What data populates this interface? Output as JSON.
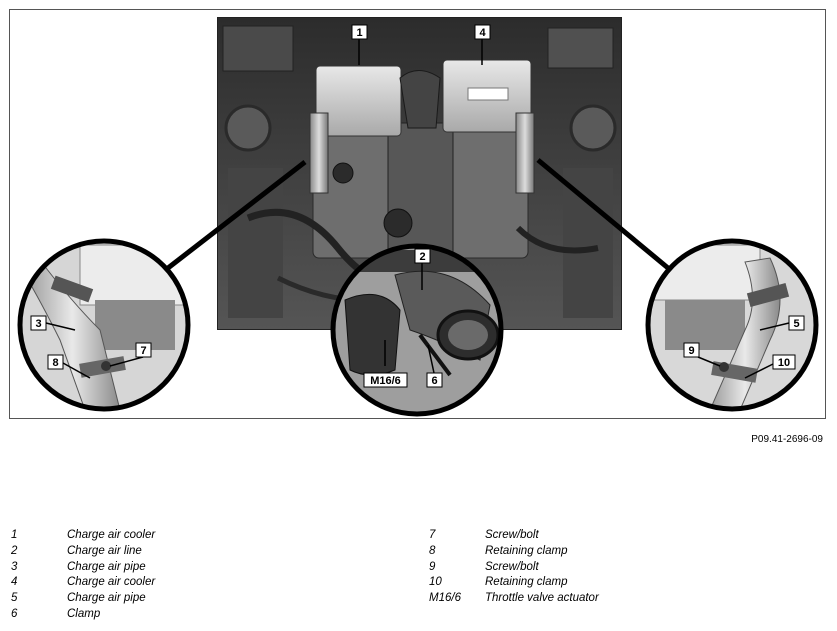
{
  "figure_code": "P09.41-2696-09",
  "callouts": {
    "main_charge_air_cooler_left": "1",
    "main_charge_air_cooler_right": "4",
    "center_charge_air_line": "2",
    "center_throttle_actuator": "M16/6",
    "center_clamp": "6",
    "left_charge_air_pipe": "3",
    "left_screw_bolt": "7",
    "left_retaining_clamp": "8",
    "right_charge_air_pipe": "5",
    "right_screw_bolt": "9",
    "right_retaining_clamp": "10"
  },
  "legend_left": [
    {
      "num": "1",
      "text": "Charge air cooler"
    },
    {
      "num": "2",
      "text": "Charge air line"
    },
    {
      "num": "3",
      "text": "Charge air pipe"
    },
    {
      "num": "4",
      "text": "Charge air cooler"
    },
    {
      "num": "5",
      "text": "Charge air pipe"
    },
    {
      "num": "6",
      "text": "Clamp"
    }
  ],
  "legend_right": [
    {
      "num": "7",
      "text": "Screw/bolt"
    },
    {
      "num": "8",
      "text": "Retaining clamp"
    },
    {
      "num": "9",
      "text": "Screw/bolt"
    },
    {
      "num": "10",
      "text": "Retaining clamp"
    },
    {
      "num": "M16/6",
      "text": "Throttle valve actuator"
    }
  ]
}
